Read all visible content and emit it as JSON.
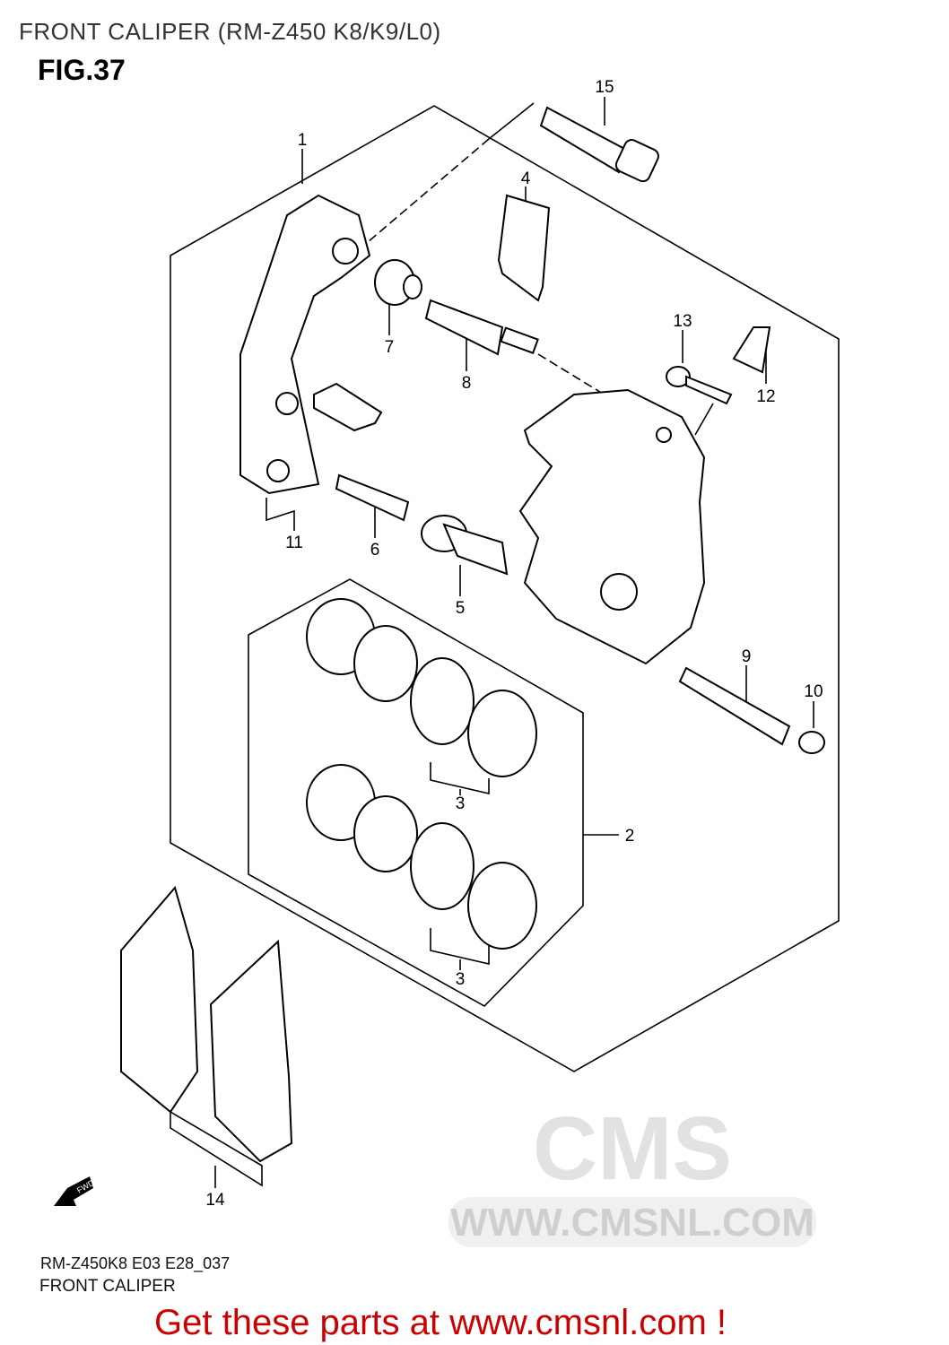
{
  "header": {
    "title": "FRONT CALIPER (RM-Z450 K8/K9/L0)",
    "figure": "FIG.37"
  },
  "diagram": {
    "callouts": [
      "1",
      "2",
      "3",
      "3",
      "4",
      "5",
      "6",
      "7",
      "8",
      "9",
      "10",
      "11",
      "12",
      "13",
      "14",
      "15"
    ],
    "fwd_label": "FWD",
    "watermark": "WWW.CMSNL.COM",
    "watermark_logo": "CMS"
  },
  "footer": {
    "code": "RM-Z450K8 E03 E28_037",
    "caption": "FRONT CALIPER",
    "promo": "Get these parts at www.cmsnl.com !",
    "promo_color": "#cc0000"
  }
}
